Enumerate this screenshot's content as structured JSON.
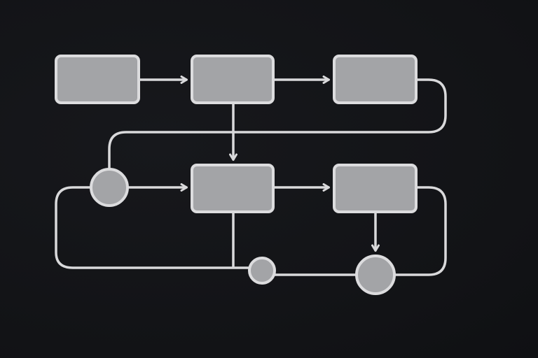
{
  "colors": {
    "background": "#141518",
    "node_fill": "#a3a4a7",
    "node_stroke": "#dcdcde",
    "edge_stroke": "#d9d9db"
  },
  "nodes": [
    {
      "id": "box-1",
      "shape": "box",
      "label": ""
    },
    {
      "id": "box-2",
      "shape": "box",
      "label": ""
    },
    {
      "id": "box-3",
      "shape": "box",
      "label": ""
    },
    {
      "id": "box-4",
      "shape": "box",
      "label": ""
    },
    {
      "id": "box-5",
      "shape": "box",
      "label": ""
    },
    {
      "id": "circle-1",
      "shape": "circle",
      "label": ""
    },
    {
      "id": "circle-2",
      "shape": "circle",
      "label": ""
    },
    {
      "id": "circle-3",
      "shape": "circle",
      "label": ""
    }
  ],
  "edges": [
    {
      "id": "edge-box1-box2",
      "from": "box-1",
      "to": "box-2",
      "arrow": true
    },
    {
      "id": "edge-box2-box3",
      "from": "box-2",
      "to": "box-3",
      "arrow": true
    },
    {
      "id": "edge-box2-box4",
      "from": "box-2",
      "to": "box-4",
      "arrow": true
    },
    {
      "id": "edge-box3-circle1",
      "from": "box-3",
      "to": "circle-1",
      "arrow": false
    },
    {
      "id": "edge-circle1-box4",
      "from": "circle-1",
      "to": "box-4",
      "arrow": true
    },
    {
      "id": "edge-box4-box5",
      "from": "box-4",
      "to": "box-5",
      "arrow": true
    },
    {
      "id": "edge-box5-circle3",
      "from": "box-5",
      "to": "circle-3",
      "arrow": true
    },
    {
      "id": "edge-box5-circle3-loop",
      "from": "box-5",
      "to": "circle-3",
      "arrow": false
    },
    {
      "id": "edge-circle1-circle2-loop",
      "from": "circle-1",
      "to": "circle-2",
      "arrow": false
    },
    {
      "id": "edge-box4-bottom-line",
      "from": "box-4",
      "to": "bottom-line",
      "arrow": false
    },
    {
      "id": "edge-circle2-circle3",
      "from": "circle-2",
      "to": "circle-3",
      "arrow": false
    }
  ]
}
